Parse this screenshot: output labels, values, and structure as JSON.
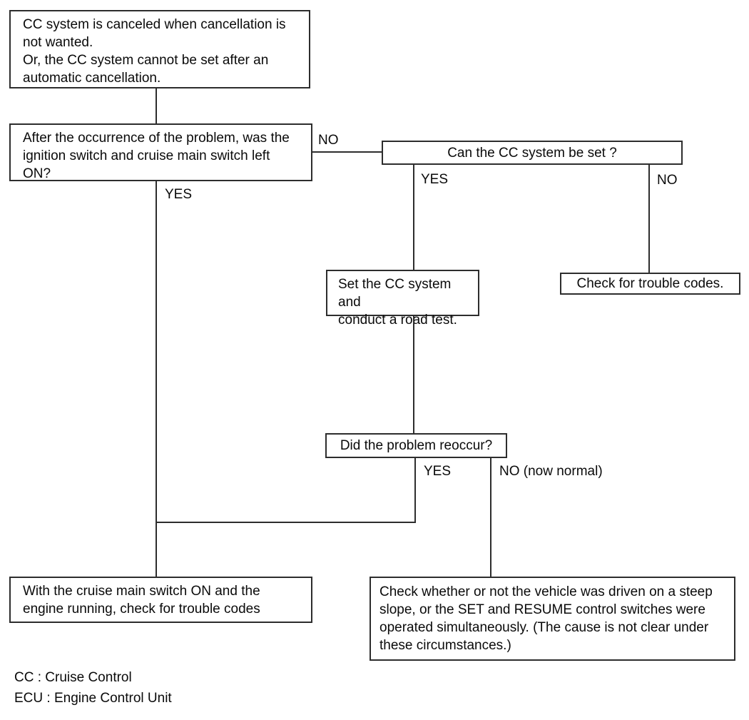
{
  "title": "Cruise control system troubleshooting flowchart",
  "nodes": {
    "problem_statement": "CC system is canceled when cancellation is\nnot wanted.\nOr, the CC system cannot be set after an\nautomatic cancellation.",
    "question_ignition_left_on": "After the occurrence of the problem, was the\nignition switch and cruise main switch left\nON?",
    "question_can_cc_be_set": "Can the CC system be set ?",
    "set_cc_road_test": "Set the CC system and\nconduct a road test.",
    "check_trouble_codes": "Check for trouble codes.",
    "question_problem_reoccur": "Did the problem reoccur?",
    "check_main_switch_trouble_codes": "With the cruise main switch ON and the\nengine running, check for trouble codes",
    "check_steep_slope": "Check whether or not the vehicle was driven on a steep\nslope, or the SET and RESUME control switches were\noperated simultaneously. (The cause is not clear under\nthese circumstances.)"
  },
  "edge_labels": {
    "ignition_no": "NO",
    "ignition_yes": "YES",
    "can_set_yes": "YES",
    "can_set_no": "NO",
    "reoccur_yes": "YES",
    "reoccur_no": "NO (now normal)"
  },
  "legend": {
    "cc": "CC : Cruise Control",
    "ecu": "ECU : Engine Control Unit"
  },
  "colors": {
    "background": "#ffffff",
    "line": "#2d2d2d",
    "text": "#0a0a0a"
  }
}
